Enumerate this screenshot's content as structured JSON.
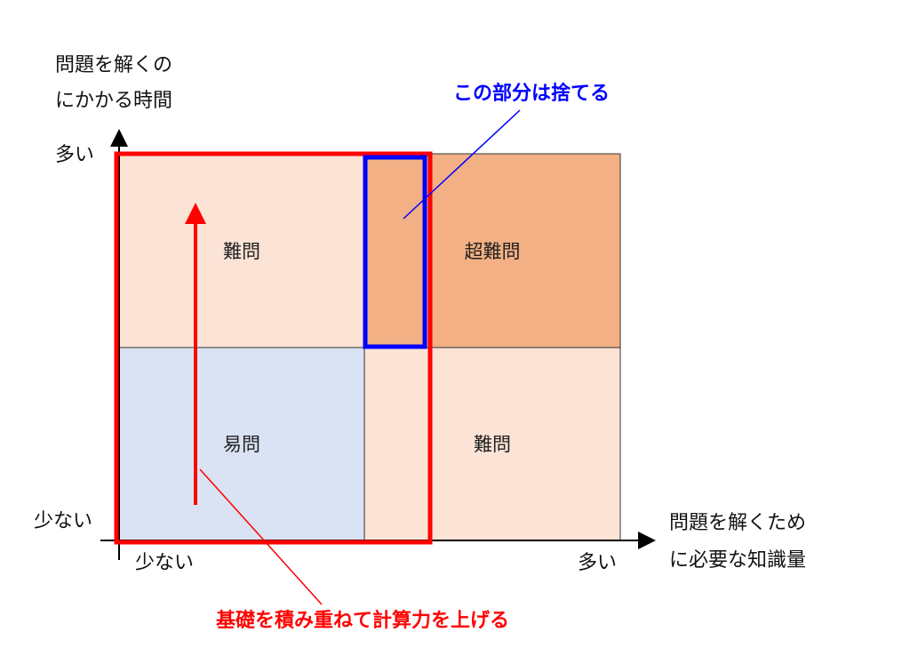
{
  "y_axis": {
    "title_line1": "問題を解くの",
    "title_line2": "にかかる時間",
    "high": "多い",
    "low": "少ない"
  },
  "x_axis": {
    "title_line1": "問題を解くため",
    "title_line2": "に必要な知識量",
    "high": "多い",
    "low": "少ない"
  },
  "quadrants": {
    "top_left": {
      "label": "難問",
      "color": "#FBE3D6"
    },
    "top_right": {
      "label": "超難問",
      "color": "#F2B084"
    },
    "bottom_left": {
      "label": "易問",
      "color": "#DAE3F3"
    },
    "bottom_right": {
      "label": "難問",
      "color": "#FBE3D6"
    }
  },
  "annotations": {
    "discard": {
      "text": "この部分は捨てる",
      "color": "#0000FF"
    },
    "build_up": {
      "text": "基礎を積み重ねて計算力を上げる",
      "color": "#FF0000"
    }
  }
}
